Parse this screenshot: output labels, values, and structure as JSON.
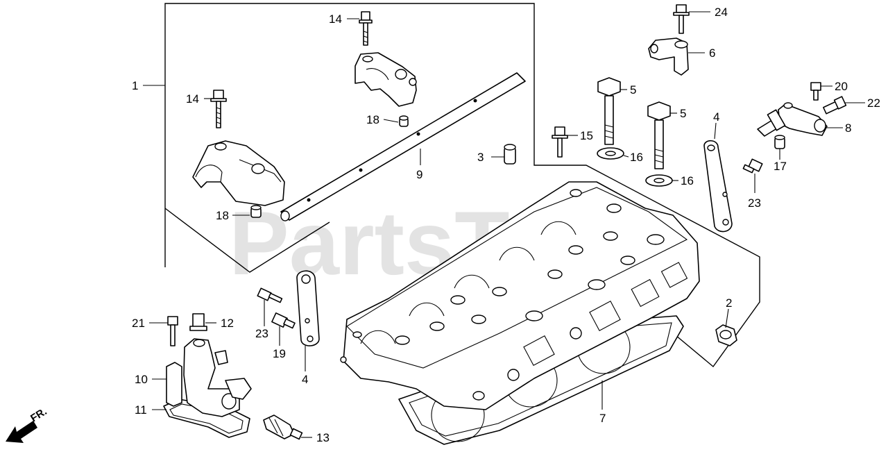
{
  "watermark": "PartsTree",
  "direction_label": "FR.",
  "callouts": [
    {
      "id": "c1",
      "label": "1"
    },
    {
      "id": "c14a",
      "label": "14"
    },
    {
      "id": "c14b",
      "label": "14"
    },
    {
      "id": "c18a",
      "label": "18"
    },
    {
      "id": "c18b",
      "label": "18"
    },
    {
      "id": "c9",
      "label": "9"
    },
    {
      "id": "c3",
      "label": "3"
    },
    {
      "id": "c24",
      "label": "24"
    },
    {
      "id": "c6",
      "label": "6"
    },
    {
      "id": "c5a",
      "label": "5"
    },
    {
      "id": "c5b",
      "label": "5"
    },
    {
      "id": "c15",
      "label": "15"
    },
    {
      "id": "c16a",
      "label": "16"
    },
    {
      "id": "c16b",
      "label": "16"
    },
    {
      "id": "c4a",
      "label": "4"
    },
    {
      "id": "c20",
      "label": "20"
    },
    {
      "id": "c22",
      "label": "22"
    },
    {
      "id": "c8",
      "label": "8"
    },
    {
      "id": "c17",
      "label": "17"
    },
    {
      "id": "c23a",
      "label": "23"
    },
    {
      "id": "c2",
      "label": "2"
    },
    {
      "id": "c21",
      "label": "21"
    },
    {
      "id": "c12",
      "label": "12"
    },
    {
      "id": "c23b",
      "label": "23"
    },
    {
      "id": "c19",
      "label": "19"
    },
    {
      "id": "c4b",
      "label": "4"
    },
    {
      "id": "c10",
      "label": "10"
    },
    {
      "id": "c11",
      "label": "11"
    },
    {
      "id": "c13",
      "label": "13"
    },
    {
      "id": "c7",
      "label": "7"
    }
  ]
}
